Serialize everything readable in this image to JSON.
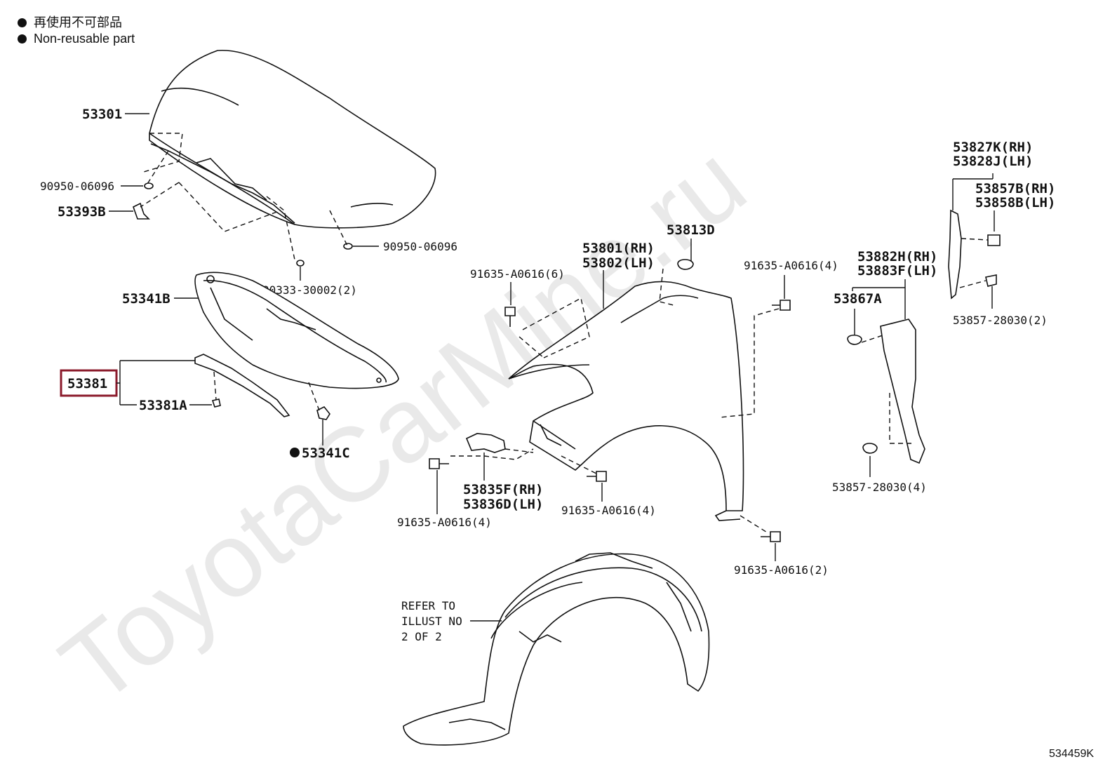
{
  "legend": {
    "line1": "再使用不可部品",
    "line2": "Non-reusable part"
  },
  "watermark": "ToyotaCarMine.ru",
  "diagram_code": "534459K",
  "parts": {
    "hood": "53301",
    "hood_cushion_top": "90950-06096",
    "hood_clip": "53393B",
    "hood_cushion_right": "90950-06096",
    "hood_cushion_mid": "90333-30002(2)",
    "hood_insulator": "53341B",
    "hood_seal": "53381",
    "hood_seal_clip": "53381A",
    "insulator_clip": "53341C",
    "fender_rh": "53801(RH)",
    "fender_lh": "53802(LH)",
    "fender_clip_top": "53813D",
    "bolt_left": "91635-A0616(6)",
    "bolt_right": "91635-A0616(4)",
    "bracket_rh": "53835F(RH)",
    "bracket_lh": "53836D(LH)",
    "bolt_bracket": "91635-A0616(4)",
    "bolt_lower_left": "91635-A0616(4)",
    "bolt_lower": "91635-A0616(2)",
    "seal_rh": "53827K(RH)",
    "seal_lh": "53828J(LH)",
    "seal_clip_rh": "53857B(RH)",
    "seal_clip_lh": "53858B(LH)",
    "seal_clip_bottom": "53857-28030(2)",
    "protector_rh": "53882H(RH)",
    "protector_lh": "53883F(LH)",
    "protector_clip": "53867A",
    "protector_clip_bottom": "53857-28030(4)",
    "refer_line1": "REFER TO",
    "refer_line2": "ILLUST NO",
    "refer_line3": "2 OF 2"
  }
}
